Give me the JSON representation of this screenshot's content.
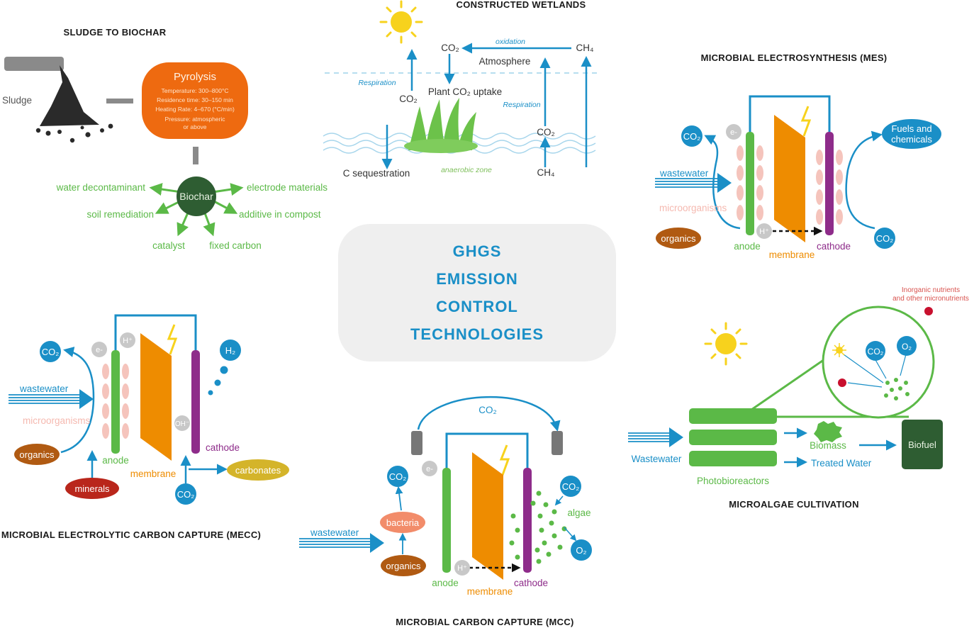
{
  "center": {
    "lines": [
      "GHGS",
      "EMISSION",
      "CONTROL",
      "TECHNOLOGIES"
    ]
  },
  "colors": {
    "blue": "#1a8fc7",
    "green": "#5bb947",
    "orange": "#ee8c00",
    "purple": "#8e2c8a",
    "dark_green": "#2e5d32",
    "pink": "#f5c4bc",
    "brown": "#b05a12",
    "red": "#b9261b",
    "yellow": "#f7d21d",
    "pyrolysis": "#ee6a10"
  },
  "icons": [
    "sun-icon",
    "lightning-icon",
    "grass-icon",
    "biochar-pile-icon"
  ],
  "biochar": {
    "title": "SLUDGE TO BIOCHAR",
    "sludge": "Sludge",
    "pyrolysis_title": "Pyrolysis",
    "pyrolysis_lines": [
      "Temperature: 300–800°C",
      "Residence time: 30–150 min",
      "Heating Rate: 4–670 (°C/min)",
      "Pressure: atmospheric",
      "or above"
    ],
    "center": "Biochar",
    "uses": [
      "water decontaminant",
      "electrode materials",
      "soil remediation",
      "additive in compost",
      "catalyst",
      "fixed carbon"
    ]
  },
  "wetlands": {
    "title": "CONSTRUCTED WETLANDS",
    "co2_top": "CO₂",
    "oxidation": "oxidation",
    "ch4_top": "CH₄",
    "atmosphere": "Atmosphere",
    "respiration_left": "Respiration",
    "co2_left": "CO₂",
    "plant_uptake": "Plant CO₂ uptake",
    "respiration_right": "Respiration",
    "co2_right": "CO₂",
    "sequestration": "C sequestration",
    "anaerobic": "anaerobic zone",
    "ch4_bottom": "CH₄"
  },
  "mes": {
    "title": "MICROBIAL ELECTROSYNTHESIS (MES)",
    "co2_left": "CO₂",
    "electron": "e-",
    "fuels": [
      "Fuels and",
      "chemicals"
    ],
    "wastewater": "wastewater",
    "microorganisms": "microorganisms",
    "organics": "organics",
    "proton": "H⁺",
    "co2_right": "CO₂",
    "anode": "anode",
    "membrane": "membrane",
    "cathode": "cathode"
  },
  "mecc": {
    "title": "MICROBIAL ELECTROLYTIC CARBON CAPTURE (MECC)",
    "co2": "CO₂",
    "electron": "e-",
    "proton": "H⁺",
    "h2": "H₂",
    "wastewater": "wastewater",
    "microorganisms": "microorganisms",
    "organics": "organics",
    "minerals": "minerals",
    "anode": "anode",
    "membrane": "membrane",
    "hydroxide": "OH⁻",
    "cathode": "cathode",
    "co2_bottom": "CO₂",
    "carbonates": "carbonates"
  },
  "mcc": {
    "title": "MICROBIAL CARBON CAPTURE (MCC)",
    "co2_top": "CO₂",
    "co2_left": "CO₂",
    "electron": "e-",
    "wastewater": "wastewater",
    "bacteria": "bacteria",
    "organics": "organics",
    "proton": "H⁺",
    "anode": "anode",
    "membrane": "membrane",
    "cathode": "cathode",
    "co2_right": "CO₂",
    "algae": "algae",
    "o2": "O₂"
  },
  "microalgae": {
    "title": "MICROALGAE CULTIVATION",
    "nutrients": [
      "Inorganic nutrients",
      "and other micronutrients"
    ],
    "co2": "CO₂",
    "o2": "O₂",
    "wastewater": "Wastewater",
    "biomass": "Biomass",
    "treated_water": "Treated Water",
    "biofuel": "Biofuel",
    "photobioreactors": "Photobioreactors"
  }
}
